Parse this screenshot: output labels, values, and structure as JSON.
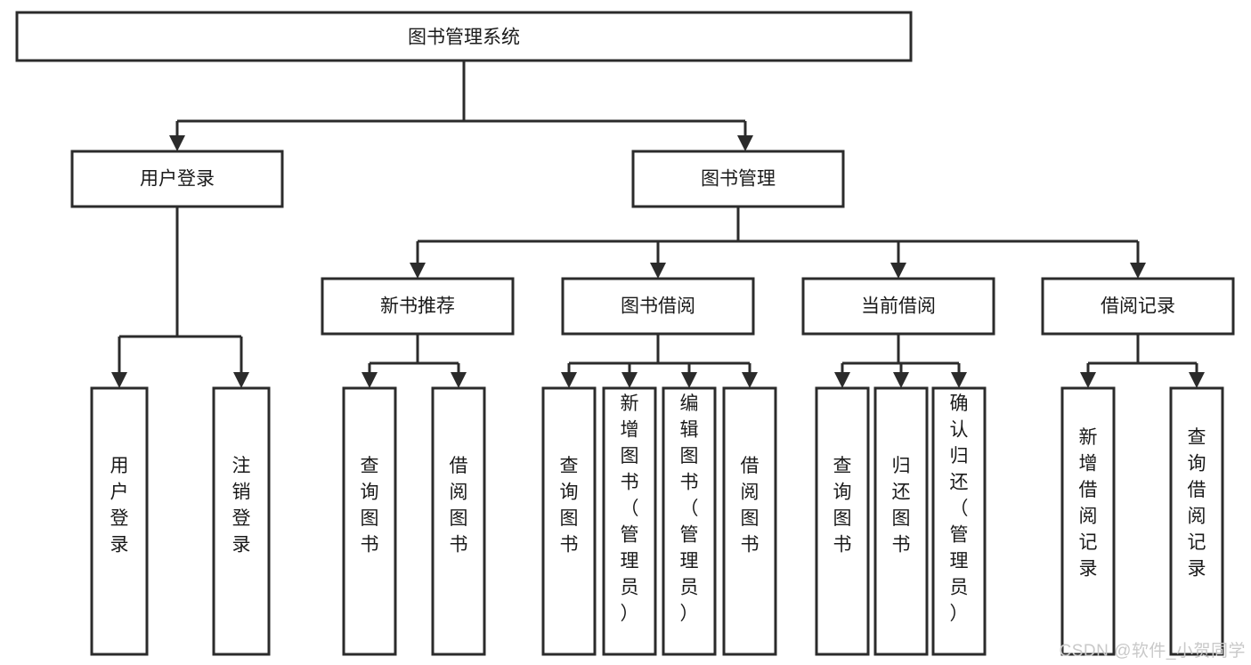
{
  "diagram": {
    "title": "图书管理系统",
    "type": "tree",
    "root": {
      "id": "root",
      "label": "图书管理系统",
      "orientation": "horizontal"
    },
    "level1": [
      {
        "id": "user-login",
        "label": "用户登录",
        "orientation": "horizontal"
      },
      {
        "id": "book-manage",
        "label": "图书管理",
        "orientation": "horizontal"
      }
    ],
    "level2": [
      {
        "id": "new-book-recommend",
        "label": "新书推荐",
        "parent": "book-manage",
        "orientation": "horizontal"
      },
      {
        "id": "book-borrow",
        "label": "图书借阅",
        "parent": "book-manage",
        "orientation": "horizontal"
      },
      {
        "id": "current-borrow",
        "label": "当前借阅",
        "parent": "book-manage",
        "orientation": "horizontal"
      },
      {
        "id": "borrow-record",
        "label": "借阅记录",
        "parent": "book-manage",
        "orientation": "horizontal"
      }
    ],
    "leaves": [
      {
        "id": "leaf-user-login",
        "label": "用户登录",
        "parent": "user-login",
        "orientation": "vertical"
      },
      {
        "id": "leaf-user-logout",
        "label": "注销登录",
        "parent": "user-login",
        "orientation": "vertical"
      },
      {
        "id": "leaf-query-book-1",
        "label": "查询图书",
        "parent": "new-book-recommend",
        "orientation": "vertical"
      },
      {
        "id": "leaf-borrow-book-1",
        "label": "借阅图书",
        "parent": "new-book-recommend",
        "orientation": "vertical"
      },
      {
        "id": "leaf-query-book-2",
        "label": "查询图书",
        "parent": "book-borrow",
        "orientation": "vertical"
      },
      {
        "id": "leaf-add-book",
        "label": "新增图书（管理员）",
        "parent": "book-borrow",
        "orientation": "vertical"
      },
      {
        "id": "leaf-edit-book",
        "label": "编辑图书（管理员）",
        "parent": "book-borrow",
        "orientation": "vertical"
      },
      {
        "id": "leaf-borrow-book-2",
        "label": "借阅图书",
        "parent": "book-borrow",
        "orientation": "vertical"
      },
      {
        "id": "leaf-query-book-3",
        "label": "查询图书",
        "parent": "current-borrow",
        "orientation": "vertical"
      },
      {
        "id": "leaf-return-book",
        "label": "归还图书",
        "parent": "current-borrow",
        "orientation": "vertical"
      },
      {
        "id": "leaf-confirm-return",
        "label": "确认归还（管理员）",
        "parent": "current-borrow",
        "orientation": "vertical"
      },
      {
        "id": "leaf-add-record",
        "label": "新增借阅记录",
        "parent": "borrow-record",
        "orientation": "vertical"
      },
      {
        "id": "leaf-query-record",
        "label": "查询借阅记录",
        "parent": "borrow-record",
        "orientation": "vertical"
      }
    ],
    "colors": {
      "stroke": "#2b2b2b",
      "fill": "#ffffff",
      "text": "#1a1a1a",
      "watermark": "#c9c9c9",
      "background": "#ffffff"
    }
  },
  "watermark": {
    "text": "CSDN @软件_小贺同学"
  }
}
